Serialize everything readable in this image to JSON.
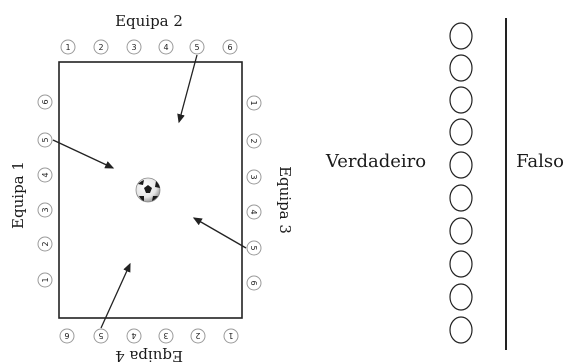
{
  "diagram": {
    "team_top_label": "Equipa 2",
    "team_left_label": "Equipa 1",
    "team_right_label": "Equipa 3",
    "team_bottom_label": "Equipa 4",
    "top_numbers": [
      "1",
      "2",
      "3",
      "4",
      "5",
      "6"
    ],
    "left_numbers": [
      "6",
      "5",
      "4",
      "3",
      "2",
      "1"
    ],
    "right_numbers": [
      "1",
      "2",
      "3",
      "4",
      "5",
      "6"
    ],
    "bottom_numbers": [
      "6",
      "5",
      "4",
      "3",
      "2",
      "1"
    ],
    "ball_icon": "soccer-ball-icon"
  },
  "answer_sheet": {
    "true_label": "Verdadeiro",
    "false_label": "Falso",
    "oval_count": 10
  }
}
